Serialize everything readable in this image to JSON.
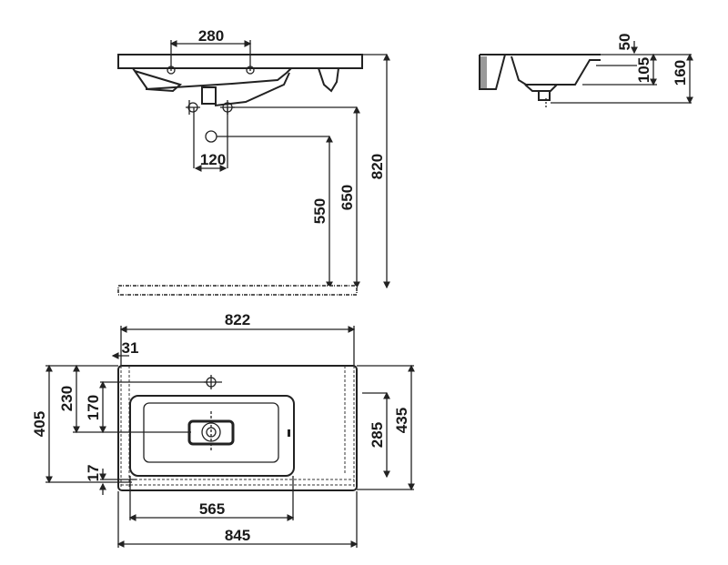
{
  "front_view": {
    "tap_spacing": "280",
    "bracket_spacing": "120",
    "drain_height": "550",
    "bracket_height": "650",
    "rim_height": "820"
  },
  "side_view": {
    "overflow_depth": "50",
    "bowl_depth": "105",
    "total_height": "160"
  },
  "top_view": {
    "inner_width": "822",
    "side_offset": "31",
    "depth": "405",
    "tap_to_drain": "230",
    "rim_to_drain": "170",
    "front_offset": "17",
    "bowl_depth": "285",
    "total_depth": "435",
    "bowl_width": "565",
    "total_width": "845"
  }
}
